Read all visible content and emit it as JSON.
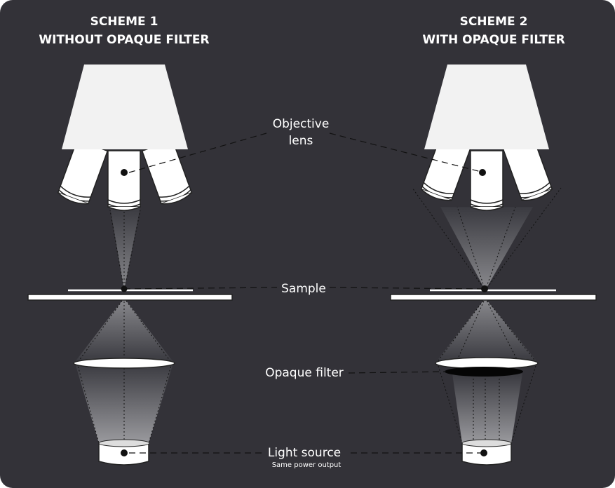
{
  "schemes": [
    {
      "title_line1": "SCHEME 1",
      "title_line2": "WITHOUT OPAQUE FILTER"
    },
    {
      "title_line1": "SCHEME 2",
      "title_line2": "WITH OPAQUE FILTER"
    }
  ],
  "labels": {
    "objective_line1": "Objective",
    "objective_line2": "lens",
    "sample": "Sample",
    "opaque_filter": "Opaque filter",
    "light_source": "Light source",
    "light_source_note": "Same power output"
  },
  "colors": {
    "background": "#333238",
    "foreground": "#ffffff"
  }
}
